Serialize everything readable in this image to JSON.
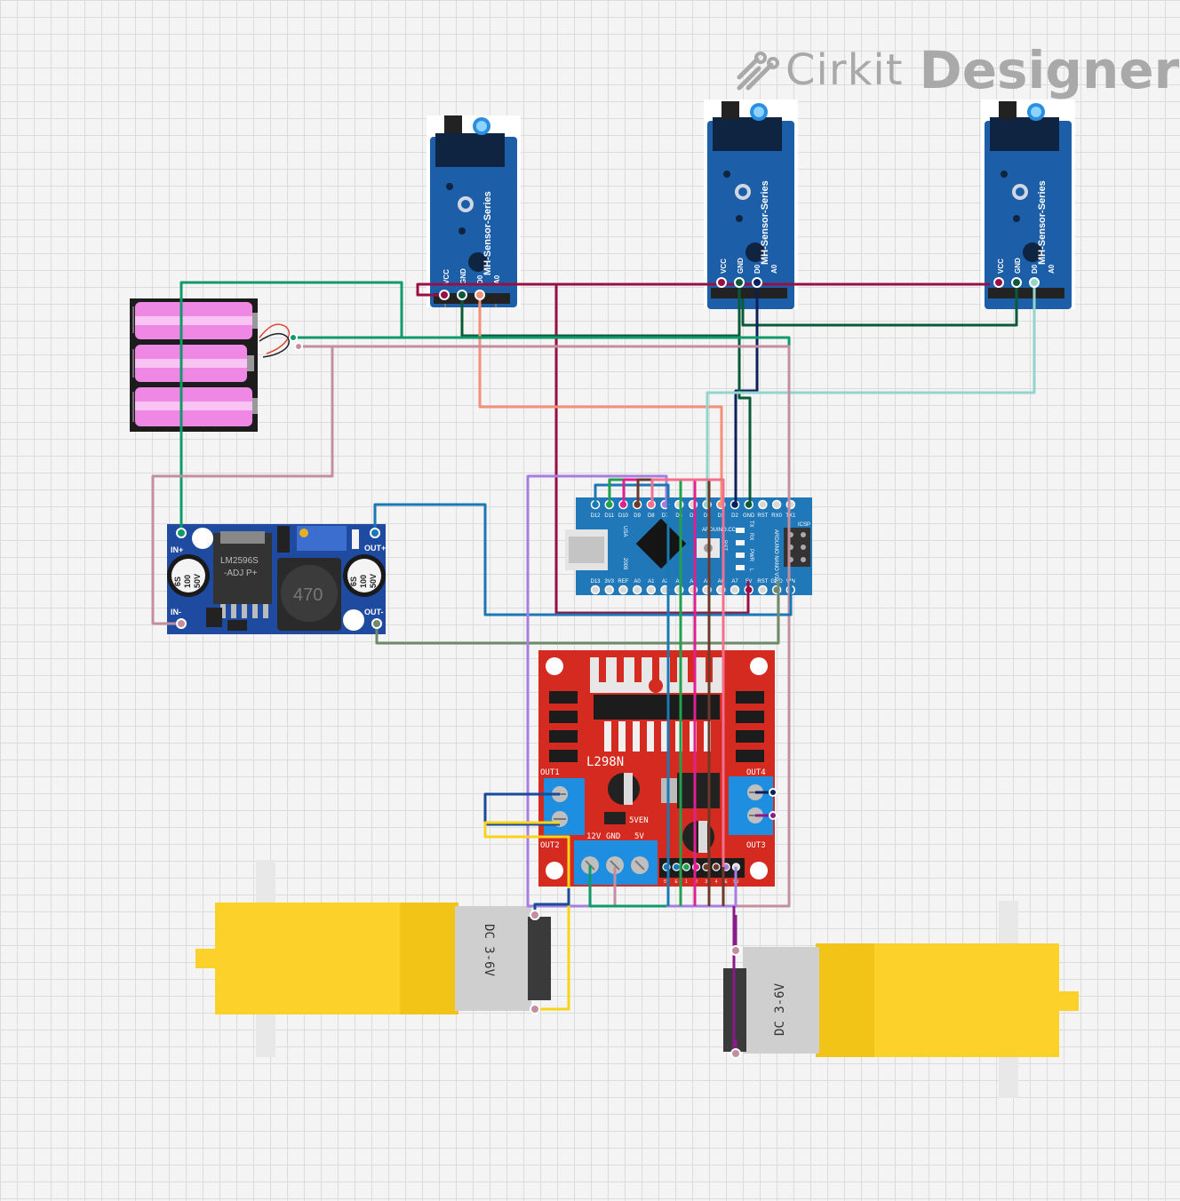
{
  "brand": {
    "name_light": "Cirkit",
    "name_bold": "Designer"
  },
  "sensors": {
    "series_label": "MH-Sensor-Series",
    "pins": [
      "VCC",
      "GND",
      "D0",
      "A0"
    ]
  },
  "buck": {
    "chip_label": "LM2596S",
    "chip_sub": "-ADJ P+",
    "inductor_label": "470",
    "cap_label": [
      "6S",
      "100",
      "50V"
    ],
    "pins": {
      "in_plus": "IN+",
      "in_minus": "IN-",
      "out_plus": "OUT+",
      "out_minus": "OUT-"
    }
  },
  "nano": {
    "top_pins": [
      "D12",
      "D11",
      "D10",
      "D9",
      "D8",
      "D7",
      "D6",
      "D5",
      "D4",
      "D3",
      "D2",
      "GND",
      "RST",
      "RX0",
      "TX1"
    ],
    "bottom_pins": [
      "D13",
      "3V3",
      "REF",
      "A0",
      "A1",
      "A2",
      "A3",
      "A4",
      "A5",
      "A6",
      "A7",
      "5V",
      "RST",
      "GND",
      "VIN"
    ],
    "labels": [
      "USA",
      "2009",
      "ARDUINO.CC",
      "RST",
      "TX",
      "RX",
      "PWR",
      "L",
      "ICSP",
      "ARDUINO NANO V3.0"
    ]
  },
  "driver": {
    "title": "L298N",
    "out1": "OUT1",
    "out2": "OUT2",
    "out3": "OUT3",
    "out4": "OUT4",
    "power_labels": [
      "12V",
      "GND",
      "5V"
    ],
    "jumper_label": "5VEN",
    "logic_pins": [
      "5V",
      "E",
      "1",
      "2",
      "3",
      "4",
      "E",
      "5V"
    ]
  },
  "motors": {
    "label": "DC 3-6V"
  },
  "colors": {
    "board_blue": "#1c5fa8",
    "nano_blue": "#2178b8",
    "driver_red": "#d42a1f",
    "motor_yellow": "#fcd22a",
    "battery_pink": "#ef87e4",
    "wire_crimson": "#9a0f43",
    "wire_green": "#0e9a6a",
    "wire_darkgreen": "#0a5a3a",
    "wire_salmon": "#f29177",
    "wire_navy": "#0b1f5a",
    "wire_teal": "#93d5cc",
    "wire_mauve": "#c38fa0",
    "wire_lavender": "#a57ee0",
    "wire_blue": "#1a78b4",
    "wire_sage": "#6e8a6a",
    "wire_yellow": "#f8d31a",
    "wire_purple": "#8a1a8a"
  }
}
